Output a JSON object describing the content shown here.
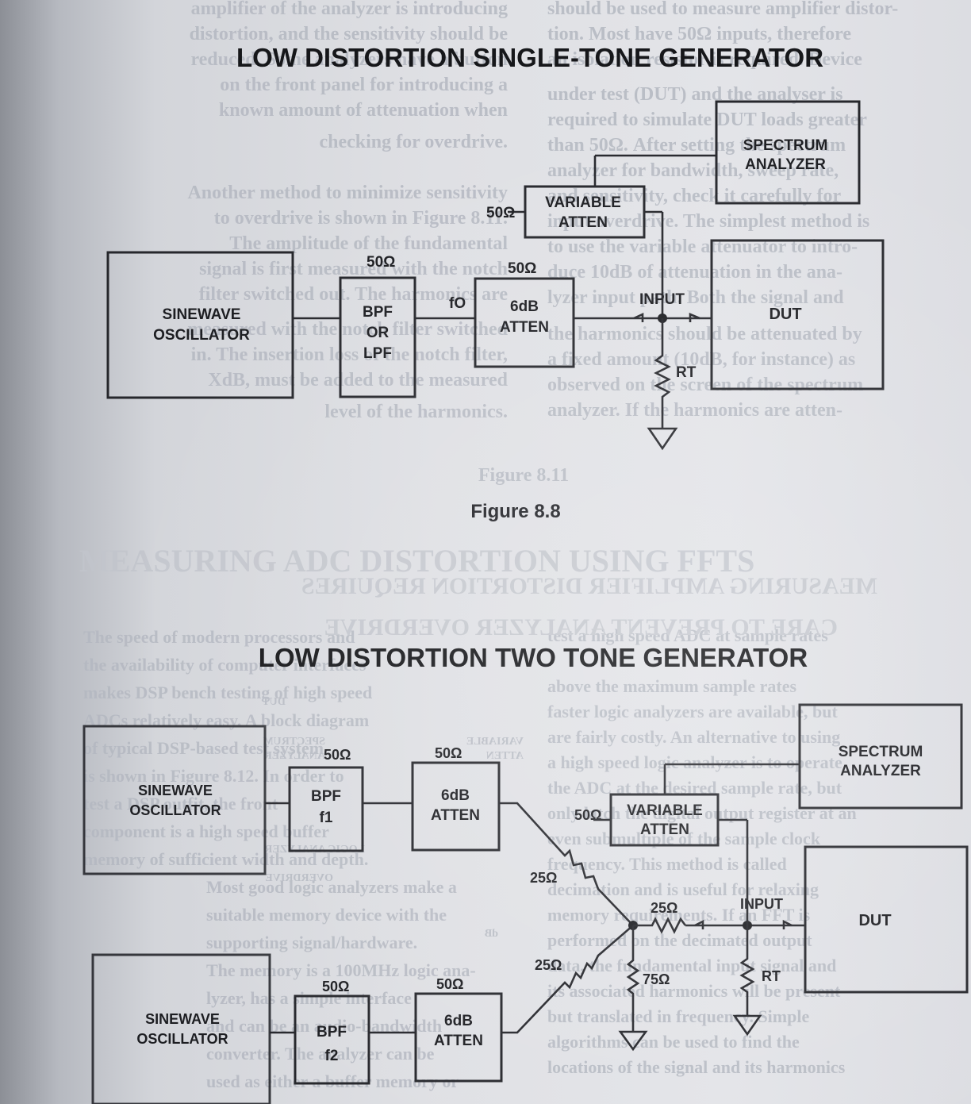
{
  "background_text": {
    "left_column_top": [
      "amplifier of the analyzer is introducing",
      "distortion, and the sensitivity should be",
      "reduced. Some analyzers have a button",
      "on the front panel for introducing a",
      "known amount of attenuation when",
      "checking for overdrive."
    ],
    "right_column_top": [
      "should be used to measure amplifier distor-",
      "tion. Most have 50Ω inputs, therefore",
      "an isolation resistor is required. Device",
      "under test (DUT) and the analyser is",
      "required to simulate DUT loads greater",
      "than 50Ω. After setting the spectrum",
      "analyzer for bandwidth, sweep rate,",
      "and sensitivity, check it carefully for",
      "input overdrive. The simplest method is",
      "to use the variable attenuator to intro-",
      "duce 10dB of attenuation in the ana-",
      "lyzer input path. Both the signal and",
      "the harmonics should be attenuated by",
      "a fixed amount (10dB, for instance) as",
      "observed on the screen of the spectrum",
      "analyzer. If the harmonics are atten-"
    ],
    "left_column_mid": [
      "Another method to minimize sensitivity",
      "to overdrive is shown in Figure 8.11.",
      "The amplitude of the fundamental",
      "signal is first measured with the notch",
      "filter switched out. The harmonics are",
      "measured with the notch filter switched",
      "in. The insertion loss of the notch filter,",
      "XdB, must be added to the measured",
      "level of the harmonics."
    ],
    "ghost_figure_label": "Figure 8.11",
    "ghost_heading_1": "MEASURING ADC DISTORTION USING FFTS",
    "ghost_heading_2_line1": "MEASURING AMPLIFIER DISTORTION REQUIRES",
    "ghost_heading_2_line2": "CARE TO PREVENT ANALYZER OVERDRIVE",
    "left_column_bottom": [
      "The speed of modern processors and",
      "the availability of computer interfaces",
      "makes DSP bench testing of high speed",
      "ADCs relatively easy. A block diagram",
      "of typical DSP-based test system",
      "is shown in Figure 8.12. In order to",
      "test a DSP outfit, the front",
      "component is a high speed buffer",
      "memory of sufficient width and depth.",
      "Most good logic analyzers make a",
      "suitable memory device with the",
      "supporting signal/hardware.",
      "The memory is a 100MHz logic ana-",
      "lyzer, has a simple interface",
      "and can be an audio-bandwidth",
      "converter. The analyzer can be",
      "used as either a buffer memory or"
    ],
    "right_column_bottom": [
      "test a high speed ADC at sample rates",
      "above the maximum sample rates",
      "faster logic analyzers are available, but",
      "are fairly costly. An alternative to using",
      "a high speed logic analyzer is to operate",
      "the ADC at the desired sample rate, but",
      "only latch the digital output register at an",
      "even submultiple of the sample clock",
      "frequency. This method is called",
      "decimation and is useful for relaxing",
      "memory requirements. If an FFT is",
      "performed on the decimated output",
      "data, the fundamental input signal and",
      "its associated harmonics will be present",
      "but translated in frequency. Simple",
      "algorithms can be used to find the",
      "locations of the signal and its harmonics"
    ],
    "mirror_labels": [
      "SPECTRUM",
      "ANALYZER",
      "VARIABLE",
      "ATTEN",
      "DUT",
      "OVERDRIVE",
      "LOGIC ANALYZER",
      "dB"
    ]
  },
  "figure_top": {
    "title": "LOW DISTORTION SINGLE-TONE GENERATOR",
    "caption": "Figure 8.8",
    "sinewave_oscillator": [
      "SINEWAVE",
      "OSCILLATOR"
    ],
    "bpf": [
      "BPF",
      "OR",
      "LPF"
    ],
    "bpf_imp": "50Ω",
    "fo": "fO",
    "atten_imp": "50Ω",
    "atten": [
      "6dB",
      "ATTEN"
    ],
    "input": "INPUT",
    "rt": "RT",
    "var_imp": "50Ω",
    "variable_atten": [
      "VARIABLE",
      "ATTEN"
    ],
    "spectrum_analyzer": [
      "SPECTRUM",
      "ANALYZER"
    ],
    "dut": "DUT"
  },
  "figure_bottom": {
    "title": "LOW DISTORTION TWO TONE GENERATOR",
    "osc1": [
      "SINEWAVE",
      "OSCILLATOR"
    ],
    "bpf1_imp": "50Ω",
    "bpf1": [
      "BPF",
      "f1"
    ],
    "atten1_imp": "50Ω",
    "atten1": [
      "6dB",
      "ATTEN"
    ],
    "osc2": [
      "SINEWAVE",
      "OSCILLATOR"
    ],
    "bpf2_imp": "50Ω",
    "bpf2": [
      "BPF",
      "f2"
    ],
    "atten2_imp": "50Ω",
    "atten2": [
      "6dB",
      "ATTEN"
    ],
    "r_top": "25Ω",
    "r_bottom": "25Ω",
    "r_series": "25Ω",
    "r_shunt": "75Ω",
    "input": "INPUT",
    "rt": "RT",
    "var_imp": "50Ω",
    "variable_atten": [
      "VARIABLE",
      "ATTEN"
    ],
    "spectrum_analyzer": [
      "SPECTRUM",
      "ANALYZER"
    ],
    "dut": "DUT"
  }
}
